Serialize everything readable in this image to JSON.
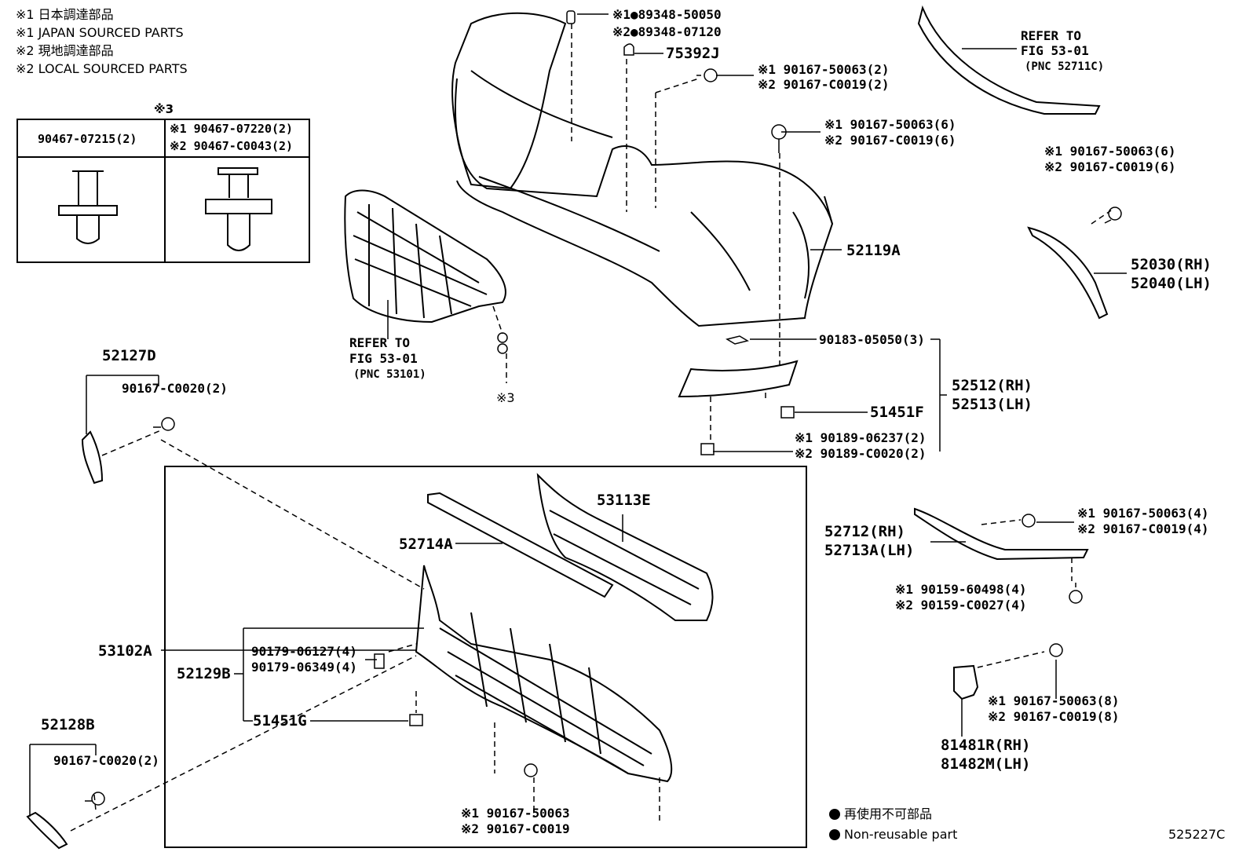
{
  "notes": {
    "japan_jp": "※1 日本調達部品",
    "japan_en": "※1 JAPAN SOURCED PARTS",
    "local_jp": "※2 現地調達部品",
    "local_en": "※2 LOCAL SOURCED PARTS"
  },
  "clip_table": {
    "marker": "※3",
    "col1": "90467-07215(2)",
    "col2_line1": "※1 90467-07220(2)",
    "col2_line2": "※2 90467-C0043(2)"
  },
  "callouts": {
    "p89348_1": "※1●89348-50050",
    "p89348_2": "※2●89348-07120",
    "p75392j": "75392J",
    "bolt_top_1": "※1 90167-50063(2)",
    "bolt_top_2": "※2 90167-C0019(2)",
    "bolt_mid_1": "※1 90167-50063(6)",
    "bolt_mid_2": "※2 90167-C0019(6)",
    "bolt_right_1": "※1 90167-50063(6)",
    "bolt_right_2": "※2 90167-C0019(6)",
    "refer_top_1": "REFER TO",
    "refer_top_2": "FIG 53-01",
    "refer_top_3": "(PNC 52711C)",
    "p52119a": "52119A",
    "p52030": "52030(RH)",
    "p52040": "52040(LH)",
    "refer_grille_1": "REFER TO",
    "refer_grille_2": "FIG 53-01",
    "refer_grille_3": "(PNC 53101)",
    "mark3": "※3",
    "p52127d": "52127D",
    "p90167_c0020_a": "90167-C0020(2)",
    "p90183": "90183-05050(3)",
    "p52512": "52512(RH)",
    "p52513": "52513(LH)",
    "p51451f": "51451F",
    "p90189_1": "※1 90189-06237(2)",
    "p90189_2": "※2 90189-C0020(2)",
    "p53113e": "53113E",
    "p52714a": "52714A",
    "p53102a": "53102A",
    "p90179_1": "90179-06127(4)",
    "p90179_2": "90179-06349(4)",
    "p52129b": "52129B",
    "p51451g": "51451G",
    "p52128b": "52128B",
    "p90167_c0020_b": "90167-C0020(2)",
    "bolt_bottom_1": "※1 90167-50063",
    "bolt_bottom_2": "※2 90167-C0019",
    "p52712": "52712(RH)",
    "p52713a": "52713A(LH)",
    "bolt_garnish_1": "※1 90167-50063(4)",
    "bolt_garnish_2": "※2 90167-C0019(4)",
    "p90159_1": "※1 90159-60498(4)",
    "p90159_2": "※2 90159-C0027(4)",
    "bolt_sensor_1": "※1 90167-50063(8)",
    "bolt_sensor_2": "※2 90167-C0019(8)",
    "p81481r": "81481R(RH)",
    "p81482m": "81482M(LH)"
  },
  "legend": {
    "nonreusable_jp": "再使用不可部品",
    "nonreusable_en": "Non-reusable part"
  },
  "diagram_id": "525227C"
}
